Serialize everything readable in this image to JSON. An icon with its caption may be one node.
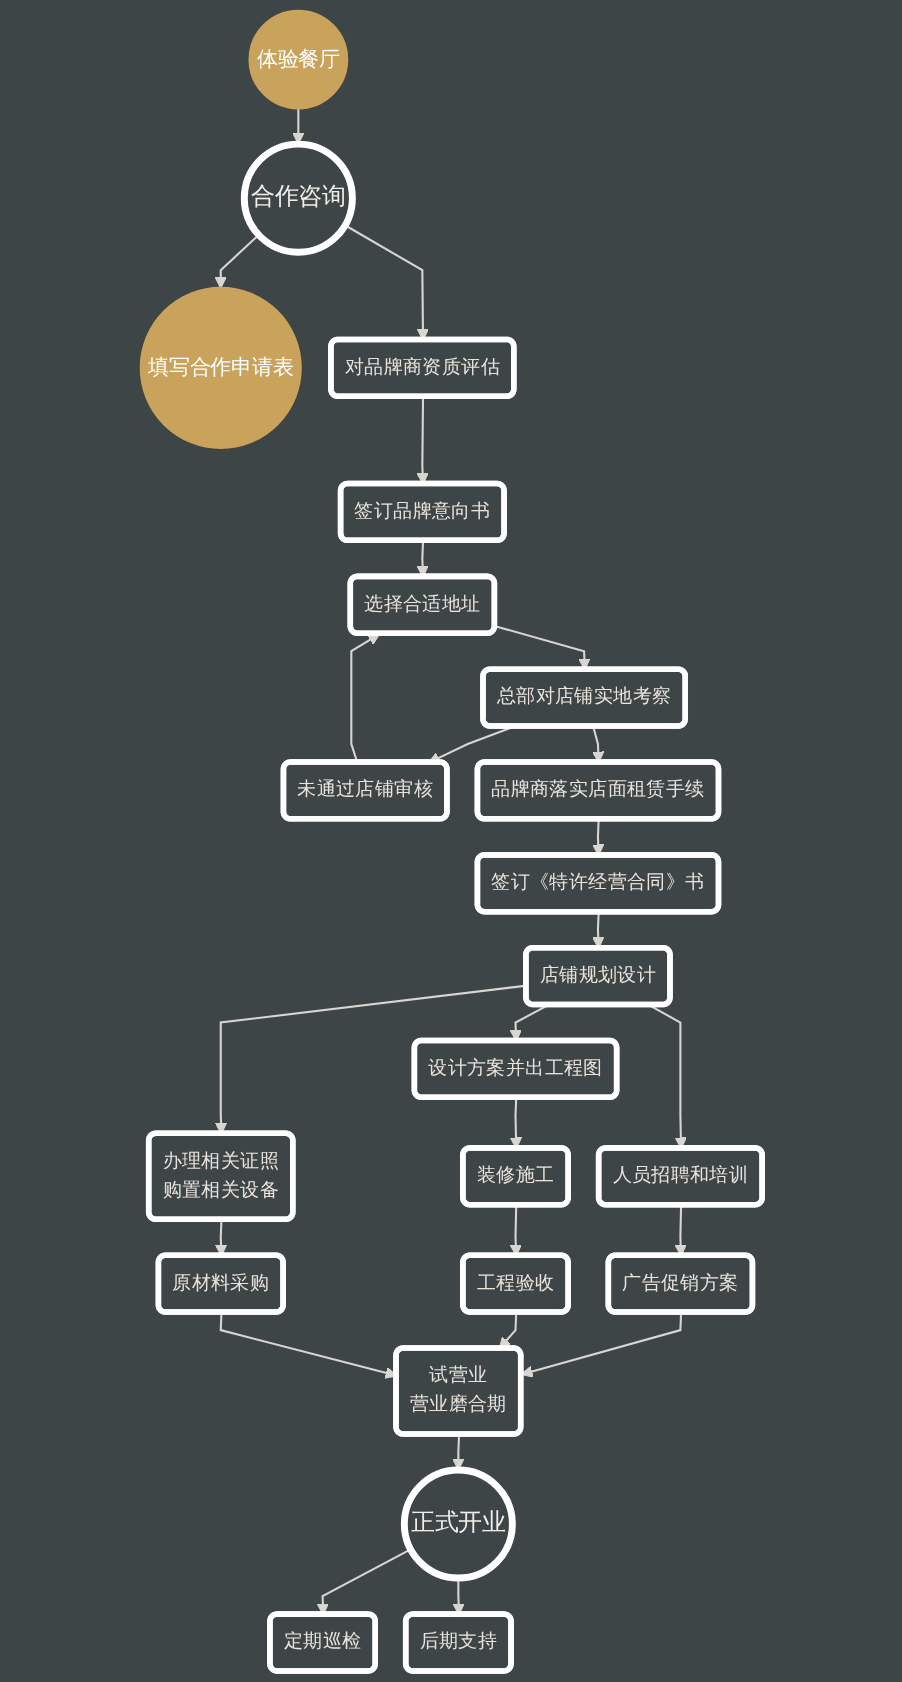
{
  "diagram": {
    "nodes": [
      {
        "text": [
          "体验餐厅"
        ]
      },
      {
        "text": [
          "合作咨询"
        ]
      },
      {
        "text": [
          "填写合作申请表"
        ]
      },
      {
        "text": [
          "对品牌商资质评估"
        ]
      },
      {
        "text": [
          "签订品牌意向书"
        ]
      },
      {
        "text": [
          "选择合适地址"
        ]
      },
      {
        "text": [
          "未通过店铺审核"
        ]
      },
      {
        "text": [
          "总部对店铺实地考察"
        ]
      },
      {
        "text": [
          "品牌商落实店面租赁手续"
        ]
      },
      {
        "text": [
          "签订《特许经营合同》书"
        ]
      },
      {
        "text": [
          "店铺规划设计"
        ]
      },
      {
        "text": [
          "人员招聘和培训"
        ]
      },
      {
        "text": [
          "设计方案并出工程图"
        ]
      },
      {
        "text": [
          "办理相关证照",
          "购置相关设备"
        ]
      },
      {
        "text": [
          "广告促销方案"
        ]
      },
      {
        "text": [
          "装修施工"
        ]
      },
      {
        "text": [
          "原材料采购"
        ]
      },
      {
        "text": [
          "工程验收"
        ]
      },
      {
        "text": [
          "试营业",
          "营业磨合期"
        ]
      },
      {
        "text": [
          "正式开业"
        ]
      },
      {
        "text": [
          "定期巡检"
        ]
      },
      {
        "text": [
          "后期支持"
        ]
      }
    ],
    "edges": [
      {
        "from": 0,
        "to": 1,
        "arrow": "to"
      },
      {
        "from": 1,
        "to": 2,
        "arrow": "to"
      },
      {
        "from": 1,
        "to": 3,
        "arrow": "to"
      },
      {
        "from": 3,
        "to": 4,
        "arrow": "to"
      },
      {
        "from": 4,
        "to": 5,
        "arrow": "to"
      },
      {
        "from": 5,
        "to": 7,
        "arrow": "to"
      },
      {
        "from": 7,
        "to": 6,
        "arrow": "to"
      },
      {
        "from": 6,
        "to": 5,
        "arrow": "to"
      },
      {
        "from": 7,
        "to": 8,
        "arrow": "to"
      },
      {
        "from": 8,
        "to": 9,
        "arrow": "to"
      },
      {
        "from": 9,
        "to": 10,
        "arrow": "to"
      },
      {
        "from": 10,
        "to": 11,
        "arrow": "to"
      },
      {
        "from": 10,
        "to": 12,
        "arrow": "to"
      },
      {
        "from": 10,
        "to": 13,
        "arrow": "to"
      },
      {
        "from": 11,
        "to": 14,
        "arrow": "to"
      },
      {
        "from": 12,
        "to": 15,
        "arrow": "to"
      },
      {
        "from": 13,
        "to": 16,
        "arrow": "to"
      },
      {
        "from": 15,
        "to": 17,
        "arrow": "to"
      },
      {
        "from": 14,
        "to": 18,
        "arrow": "to"
      },
      {
        "from": 17,
        "to": 18,
        "arrow": "to"
      },
      {
        "from": 16,
        "to": 18,
        "arrow": "to"
      },
      {
        "from": 18,
        "to": 19,
        "arrow": "to"
      },
      {
        "from": 19,
        "to": 20,
        "arrow": "to"
      },
      {
        "from": 19,
        "to": 21,
        "arrow": "to"
      }
    ]
  }
}
